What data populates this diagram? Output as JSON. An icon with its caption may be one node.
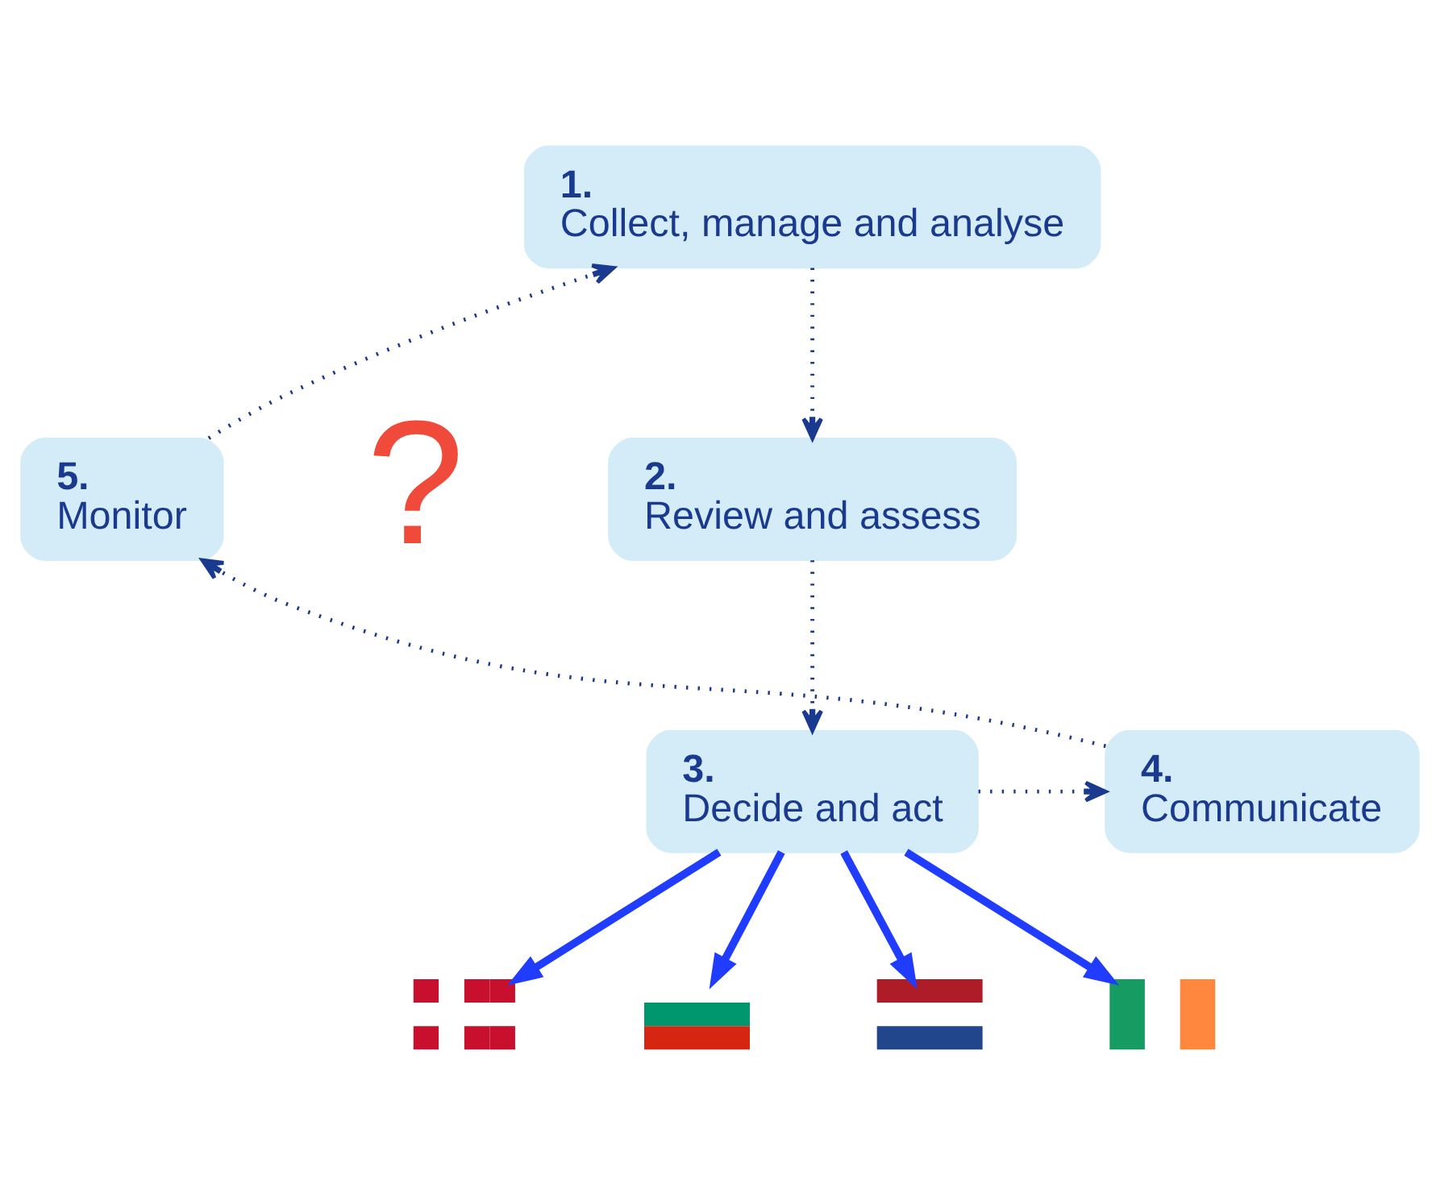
{
  "diagram": {
    "nodes": [
      {
        "text": [
          "1.",
          "Collect, manage and analyse"
        ]
      },
      {
        "text": [
          "2.",
          "Review and assess"
        ]
      },
      {
        "text": [
          "3.",
          "Decide and act"
        ]
      },
      {
        "text": [
          "4.",
          "Communicate"
        ]
      },
      {
        "text": [
          "5.",
          "Monitor"
        ]
      },
      {
        "text": [],
        "shape": "flag"
      },
      {
        "text": [],
        "shape": "flag"
      },
      {
        "text": [],
        "shape": "flag"
      },
      {
        "text": [],
        "shape": "flag"
      }
    ],
    "edges": [
      {
        "from": 0,
        "to": 1,
        "arrow": "to",
        "style": "dashed"
      },
      {
        "from": 1,
        "to": 2,
        "arrow": "to",
        "style": "dashed"
      },
      {
        "from": 2,
        "to": 3,
        "arrow": "to",
        "style": "dashed"
      },
      {
        "from": 3,
        "to": 4,
        "arrow": "to",
        "style": "dashed"
      },
      {
        "from": 4,
        "to": 0,
        "arrow": "to",
        "style": "dashed"
      },
      {
        "from": 2,
        "to": 5,
        "arrow": "to",
        "style": "thick",
        "color": "#1f3cff"
      },
      {
        "from": 2,
        "to": 6,
        "arrow": "to",
        "style": "thick",
        "color": "#1f3cff"
      },
      {
        "from": 2,
        "to": 7,
        "arrow": "to",
        "style": "thick",
        "color": "#1f3cff"
      },
      {
        "from": 2,
        "to": 8,
        "arrow": "to",
        "style": "thick",
        "color": "#1f3cff"
      }
    ],
    "labels": [
      "?"
    ]
  }
}
